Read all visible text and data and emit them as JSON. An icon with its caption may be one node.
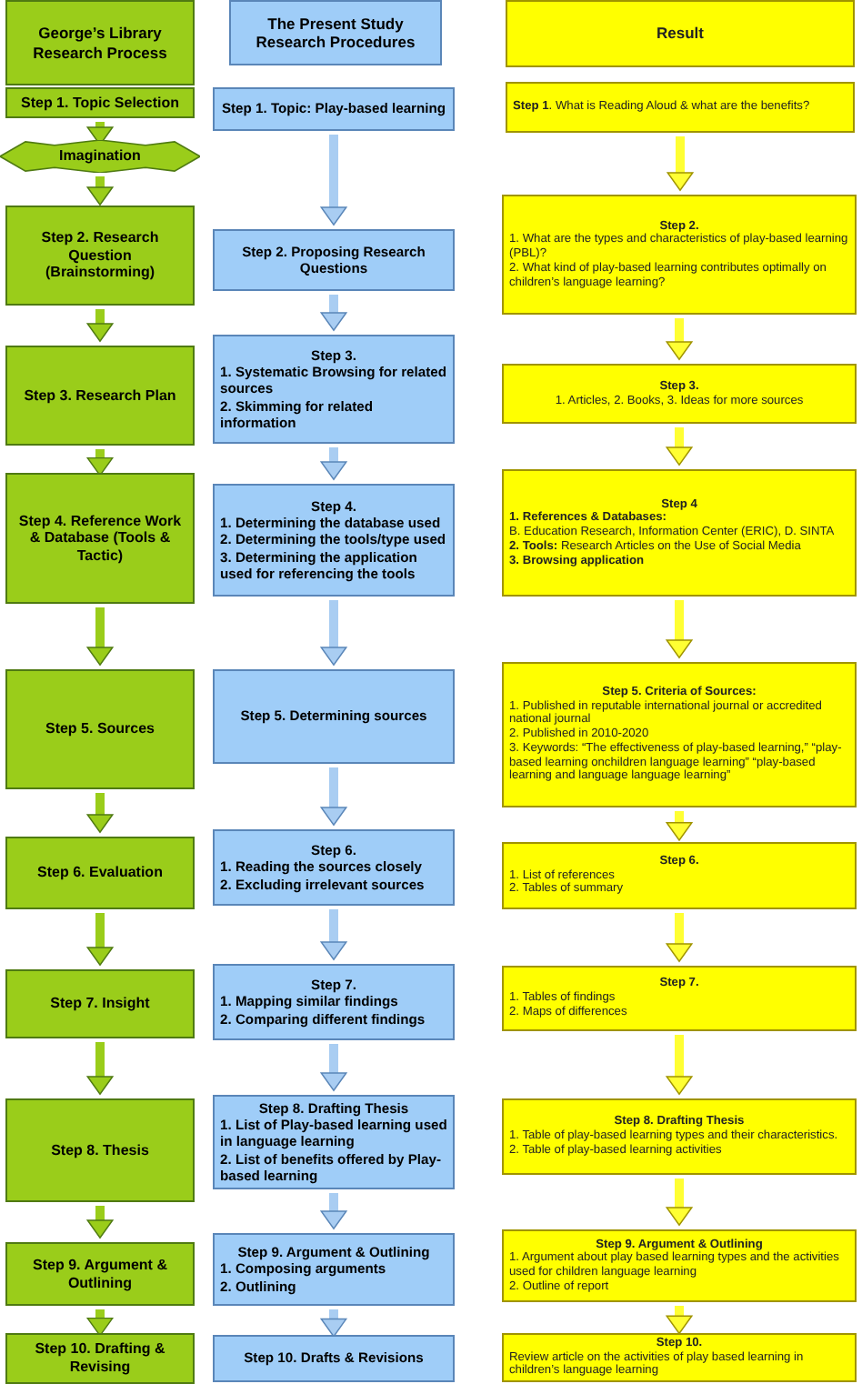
{
  "diagram": {
    "nodes": [
      {
        "text": [
          "George’s Library Research Process"
        ]
      },
      {
        "text": [
          "Step 1. Topic Selection"
        ]
      },
      {
        "text": [
          "Imagination"
        ]
      },
      {
        "text": [
          "Step 2. Research Question (Brainstorming)"
        ]
      },
      {
        "text": [
          "Step 3. Research Plan"
        ]
      },
      {
        "text": [
          "Step 4. Reference Work & Database (Tools & Tactic)"
        ]
      },
      {
        "text": [
          "Step 5. Sources"
        ]
      },
      {
        "text": [
          "Step 6. Evaluation"
        ]
      },
      {
        "text": [
          "Step 7. Insight"
        ]
      },
      {
        "text": [
          "Step 8. Thesis"
        ]
      },
      {
        "text": [
          "Step 9. Argument & Outlining"
        ]
      },
      {
        "text": [
          "Step 10. Drafting & Revising"
        ]
      },
      {
        "text": [
          "The Present Study Research Procedures"
        ]
      },
      {
        "text": [
          "Step 1. Topic: Play-based learning"
        ]
      },
      {
        "text": [
          "Step 2. Proposing Research Questions"
        ]
      },
      {
        "text": [
          "Step 3.",
          "1. Systematic Browsing for related sources",
          "2. Skimming for related information"
        ]
      },
      {
        "text": [
          "Step 4.",
          "1. Determining the database used",
          "2. Determining the tools/type used",
          "3. Determining the application used for referencing the tools"
        ]
      },
      {
        "text": [
          "Step 5. Determining sources"
        ]
      },
      {
        "text": [
          "Step 6.",
          "1. Reading the sources closely",
          "2. Excluding irrelevant sources"
        ]
      },
      {
        "text": [
          "Step 7.",
          "1. Mapping similar findings",
          "2. Comparing different findings"
        ]
      },
      {
        "text": [
          "Step 8. Drafting Thesis",
          "1. List of Play-based learning used in language learning",
          "2. List of benefits offered by Play-based learning"
        ]
      },
      {
        "text": [
          "Step 9. Argument & Outlining",
          "1. Composing arguments",
          "2. Outlining"
        ]
      },
      {
        "text": [
          "Step 10. Drafts & Revisions"
        ]
      },
      {
        "text": [
          "Result"
        ]
      },
      {
        "text": [
          "**Step 1**. What is Reading Aloud & what are the benefits?"
        ]
      },
      {
        "text": [
          "Step 2.",
          "1. What are the types and characteristics of play-based learning (PBL)?",
          "2. What kind of play-based learning contributes optimally on children’s language learning?"
        ]
      },
      {
        "text": [
          "Step 3.",
          "1. Articles, 2. Books, 3. Ideas for more sources"
        ]
      },
      {
        "text": [
          "Step 4",
          "**1. References & Databases:**",
          "B. Education Research, Information Center (ERIC), D. SINTA",
          "**2. Tools:** Research Articles on the Use of Social Media",
          "**3. Browsing application**"
        ]
      },
      {
        "text": [
          "Step 5. Criteria of Sources:",
          "1. Published in reputable international journal or accredited national journal",
          "2. Published in 2010-2020",
          "3. Keywords: “The effectiveness of play-based learning,” “play-based learning onchildren language learning” “play-based learning and language language learning”"
        ]
      },
      {
        "text": [
          "Step 6.",
          "1. List of references",
          "2. Tables of summary"
        ]
      },
      {
        "text": [
          "Step 7.",
          "1. Tables of findings",
          "2. Maps of differences"
        ]
      },
      {
        "text": [
          "Step 8. Drafting Thesis",
          "1. Table of play-based learning types and their characteristics.",
          "2. Table of play-based learning activities"
        ]
      },
      {
        "text": [
          "Step 9. Argument & Outlining",
          "1. Argument about play based learning types and the activities used for children language learning",
          "2. Outline of report"
        ]
      },
      {
        "text": [
          "Step 10.",
          "Review article on the activities of play based learning in children’s language learning"
        ]
      }
    ],
    "edges": [
      {
        "from": 1,
        "to": 2,
        "arrow": "to"
      },
      {
        "from": 2,
        "to": 3,
        "arrow": "to"
      },
      {
        "from": 3,
        "to": 4,
        "arrow": "to"
      },
      {
        "from": 4,
        "to": 5,
        "arrow": "to"
      },
      {
        "from": 5,
        "to": 6,
        "arrow": "to"
      },
      {
        "from": 6,
        "to": 7,
        "arrow": "to"
      },
      {
        "from": 7,
        "to": 8,
        "arrow": "to"
      },
      {
        "from": 8,
        "to": 9,
        "arrow": "to"
      },
      {
        "from": 9,
        "to": 10,
        "arrow": "to"
      },
      {
        "from": 10,
        "to": 11,
        "arrow": "to"
      },
      {
        "from": 13,
        "to": 14,
        "arrow": "to",
        "color": "#a9cdf2"
      },
      {
        "from": 14,
        "to": 15,
        "arrow": "to",
        "color": "#a9cdf2"
      },
      {
        "from": 15,
        "to": 16,
        "arrow": "to",
        "color": "#a9cdf2"
      },
      {
        "from": 16,
        "to": 17,
        "arrow": "to",
        "color": "#a9cdf2"
      },
      {
        "from": 17,
        "to": 18,
        "arrow": "to",
        "color": "#a9cdf2"
      },
      {
        "from": 18,
        "to": 19,
        "arrow": "to",
        "color": "#a9cdf2"
      },
      {
        "from": 19,
        "to": 20,
        "arrow": "to",
        "color": "#a9cdf2"
      },
      {
        "from": 20,
        "to": 21,
        "arrow": "to",
        "color": "#a9cdf2"
      },
      {
        "from": 21,
        "to": 22,
        "arrow": "to",
        "color": "#a9cdf2"
      },
      {
        "from": 24,
        "to": 25,
        "arrow": "to",
        "color": "#ffff33"
      },
      {
        "from": 25,
        "to": 26,
        "arrow": "to",
        "color": "#ffff33"
      },
      {
        "from": 26,
        "to": 27,
        "arrow": "to",
        "color": "#ffff33"
      },
      {
        "from": 27,
        "to": 28,
        "arrow": "to",
        "color": "#ffff33"
      },
      {
        "from": 28,
        "to": 29,
        "arrow": "to",
        "color": "#ffff33"
      },
      {
        "from": 29,
        "to": 30,
        "arrow": "to",
        "color": "#ffff33"
      },
      {
        "from": 30,
        "to": 31,
        "arrow": "to",
        "color": "#ffff33"
      },
      {
        "from": 31,
        "to": 32,
        "arrow": "to",
        "color": "#ffff33"
      },
      {
        "from": 32,
        "to": 33,
        "arrow": "to",
        "color": "#ffff33"
      }
    ]
  }
}
